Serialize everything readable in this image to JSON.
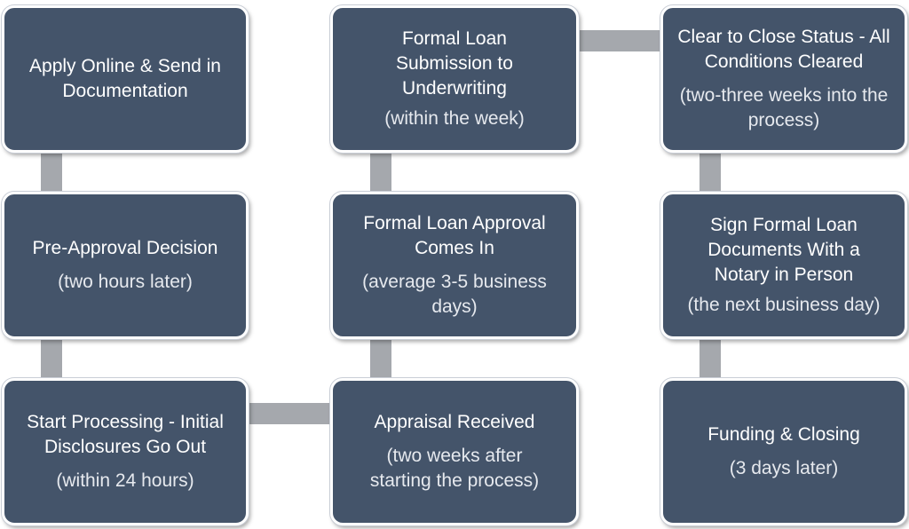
{
  "colors": {
    "box": "#44546a",
    "connector": "#a5a8ad",
    "text": "#ffffff"
  },
  "steps": [
    {
      "title": "Apply Online & Send in Documentation",
      "sub": ""
    },
    {
      "title": "Pre-Approval Decision",
      "sub": "(two hours later)"
    },
    {
      "title": "Start Processing - Initial Disclosures Go Out",
      "sub": "(within 24 hours)"
    },
    {
      "title": "Appraisal Received",
      "sub": "(two weeks after starting the process)"
    },
    {
      "title": "Formal Loan Approval Comes In",
      "sub": "(average 3-5 business days)"
    },
    {
      "title": "Formal Loan Submission to Underwriting",
      "sub": "(within the week)"
    },
    {
      "title": "Clear to Close Status - All Conditions Cleared",
      "sub": "(two-three weeks into the process)"
    },
    {
      "title": "Sign Formal Loan Documents With a Notary in Person",
      "sub": "(the next business day)"
    },
    {
      "title": "Funding & Closing",
      "sub": "(3 days later)"
    }
  ]
}
